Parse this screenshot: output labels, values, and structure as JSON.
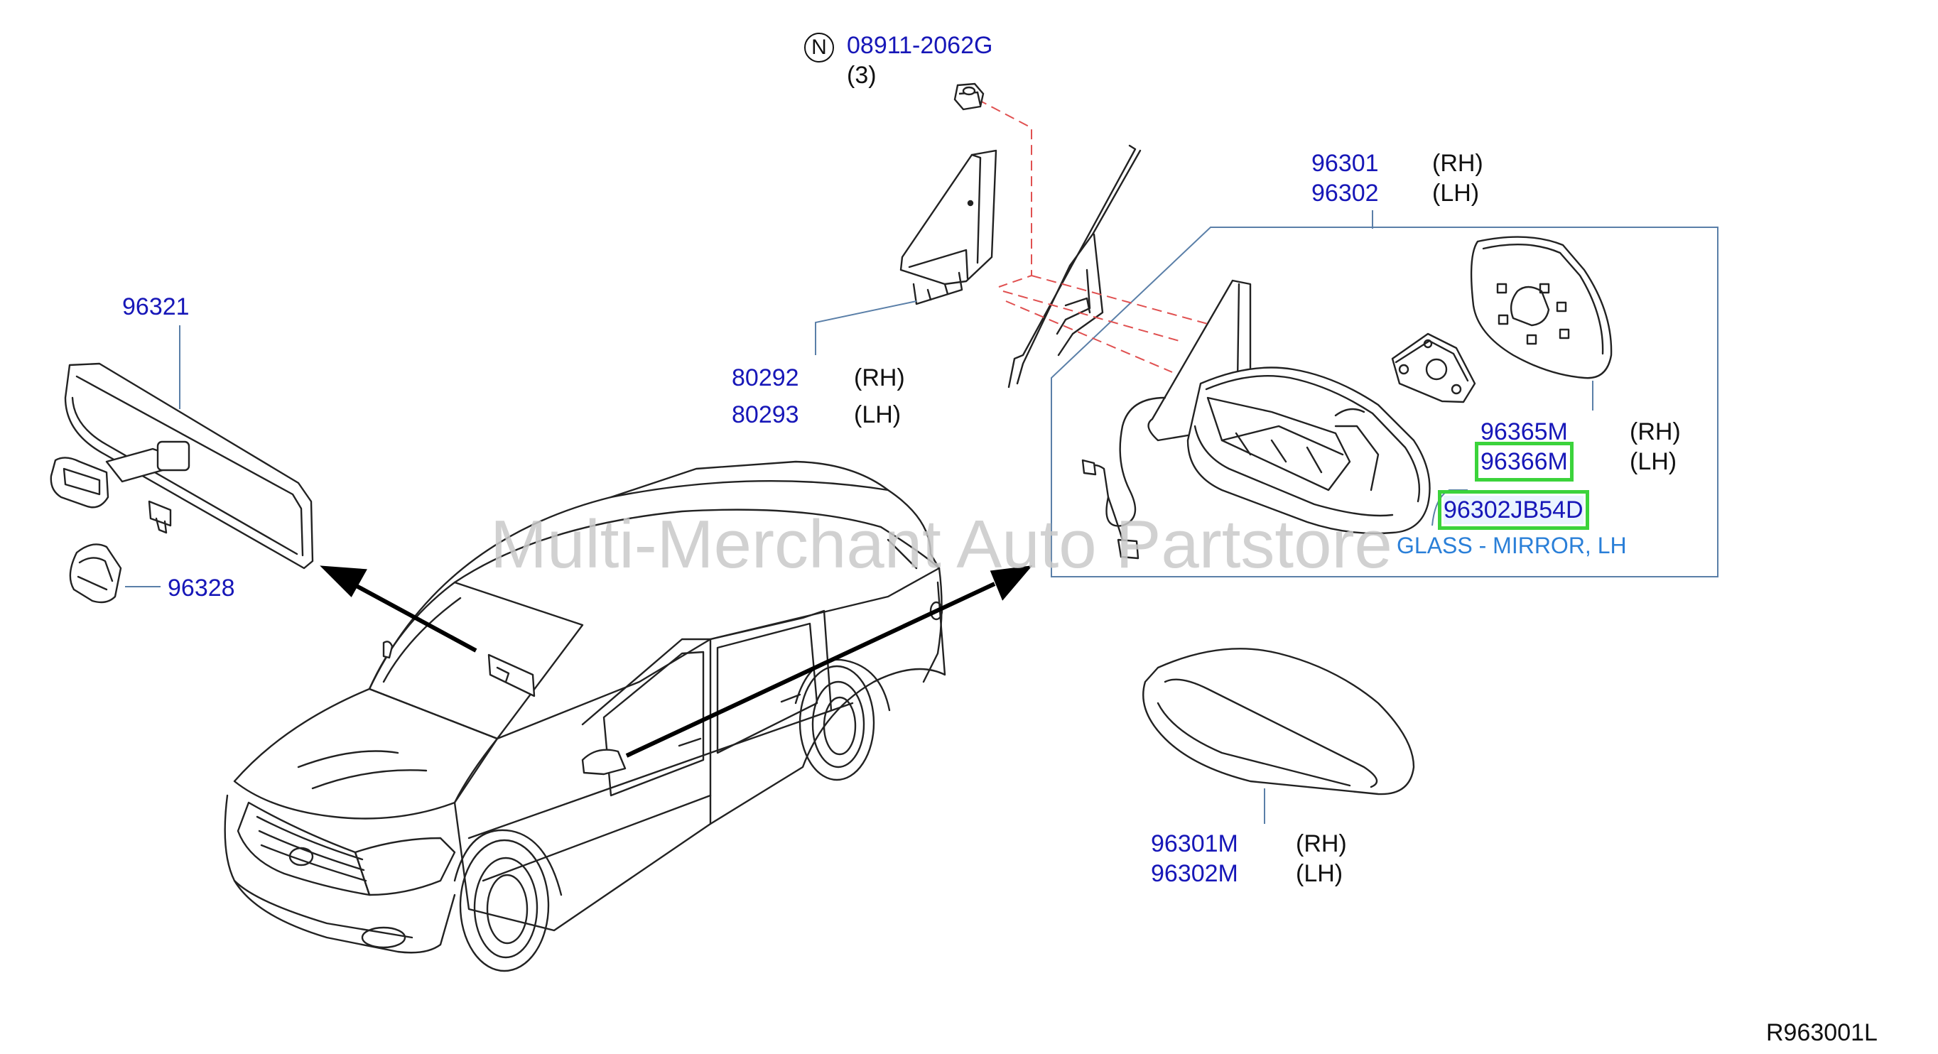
{
  "labels": {
    "nut_part": "08911-2062G",
    "nut_symbol": "N",
    "nut_qty": "(3)",
    "mirror_rh": "96301",
    "mirror_lh": "96302",
    "rh": "(RH)",
    "lh": "(LH)",
    "inner_mirror": "96321",
    "inner_mirror_cover": "96328",
    "corner_rh": "80292",
    "corner_lh": "80293",
    "glass_rh": "96365M",
    "glass_lh": "96366M",
    "glass_special": "96302JB54D",
    "glass_desc": "GLASS - MIRROR, LH",
    "cover_rh": "96301M",
    "cover_lh": "96302M",
    "ref_code": "R963001L",
    "watermark": "Multi-Merchant Auto Partstore"
  },
  "colors": {
    "part_number": "#1717b8",
    "highlight": "#3bd33b",
    "description": "#2a7fd8",
    "leader": "#5a7fa8",
    "dashed": "#e05050"
  }
}
